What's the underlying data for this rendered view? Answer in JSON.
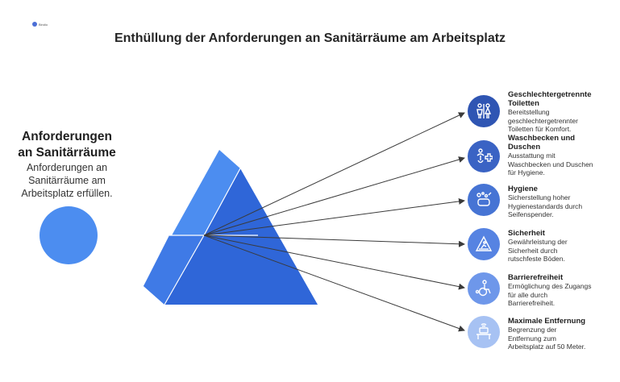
{
  "header": {
    "logo_text": "Bindio",
    "title": "Enthüllung der Anforderungen an Sanitärräume am Arbeitsplatz"
  },
  "left": {
    "heading_line1": "Anforderungen",
    "heading_line2": "an Sanitärräume",
    "text_line1": "Anforderungen an",
    "text_line2": "Sanitärräume am",
    "text_line3": "Arbeitsplatz erfüllen."
  },
  "colors": {
    "pyramid_light": "#4c8df0",
    "pyramid_dark": "#2f66d8",
    "node_1": "#2f55b3",
    "node_2": "#3a63c4",
    "node_3": "#4674d4",
    "node_4": "#5683e2",
    "node_5": "#6e97ea",
    "node_6": "#a7c2f3"
  },
  "items": [
    {
      "icon": "restroom-icon",
      "title_line1": "Geschlechtergetrennte",
      "title_line2": "Toiletten",
      "desc_line1": "Bereitstellung",
      "desc_line2": "geschlechtergetrennter",
      "desc_line3": "Toiletten für Komfort."
    },
    {
      "icon": "washbasin-shower-icon",
      "title_line1": "Waschbecken und",
      "title_line2": "Duschen",
      "desc_line1": "Ausstattung mit",
      "desc_line2": "Waschbecken und Duschen",
      "desc_line3": "für Hygiene."
    },
    {
      "icon": "soap-icon",
      "title_line1": "Hygiene",
      "desc_line1": "Sicherstellung hoher",
      "desc_line2": "Hygienestandards durch",
      "desc_line3": "Seifenspender."
    },
    {
      "icon": "slippery-floor-warning-icon",
      "title_line1": "Sicherheit",
      "desc_line1": "Gewährleistung der",
      "desc_line2": "Sicherheit durch",
      "desc_line3": "rutschfeste Böden."
    },
    {
      "icon": "wheelchair-icon",
      "title_line1": "Barrierefreiheit",
      "desc_line1": "Ermöglichung des Zugangs",
      "desc_line2": "für alle durch",
      "desc_line3": "Barrierefreiheit."
    },
    {
      "icon": "workplace-desk-icon",
      "title_line1": "Maximale Entfernung",
      "desc_line1": "Begrenzung der",
      "desc_line2": "Entfernung zum",
      "desc_line3": "Arbeitsplatz auf 50 Meter."
    }
  ]
}
